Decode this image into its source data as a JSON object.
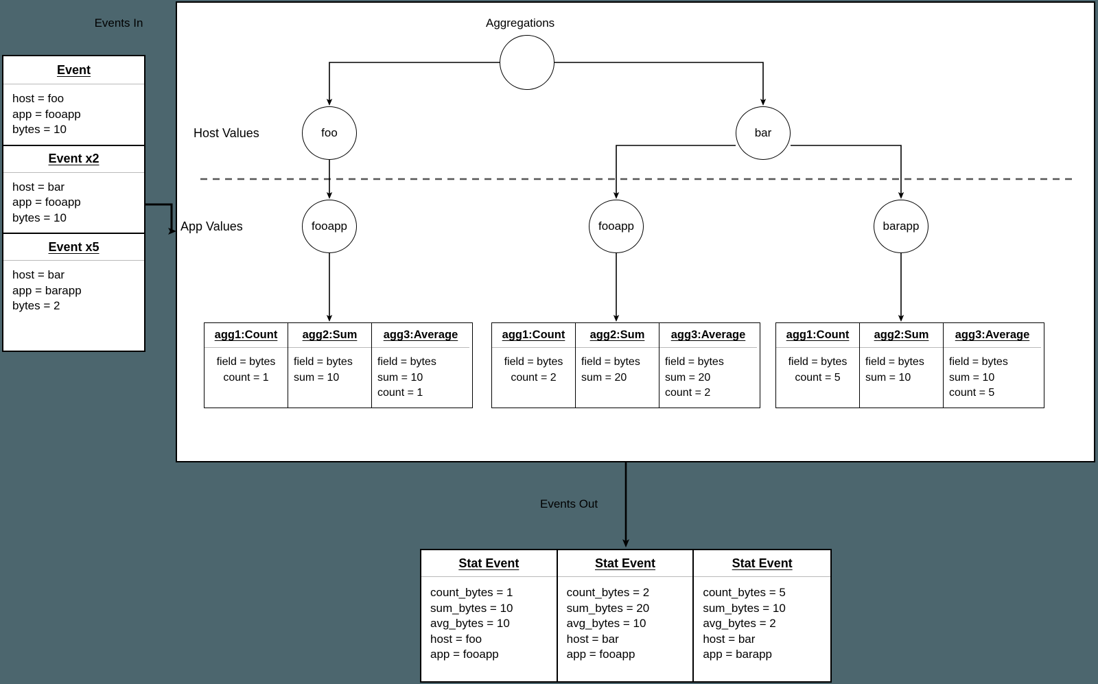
{
  "background_color": "#4c666e",
  "labels": {
    "events_in": "Events In",
    "events_out": "Events Out",
    "aggregations": "Aggregations",
    "host_values": "Host Values",
    "app_values": "App Values"
  },
  "events_in": {
    "cards": [
      {
        "title": "Event",
        "lines": [
          "host = foo",
          "app = fooapp",
          "bytes = 10"
        ]
      },
      {
        "title": "Event x2",
        "lines": [
          "host = bar",
          "app = fooapp",
          "bytes = 10"
        ]
      },
      {
        "title": "Event x5",
        "lines": [
          "host = bar",
          "app = barapp",
          "bytes = 2"
        ]
      }
    ]
  },
  "tree": {
    "root": {
      "label": ""
    },
    "host_nodes": [
      {
        "label": "foo"
      },
      {
        "label": "bar"
      }
    ],
    "app_nodes": [
      {
        "label": "fooapp"
      },
      {
        "label": "fooapp"
      },
      {
        "label": "barapp"
      }
    ]
  },
  "agg_tables": [
    {
      "columns": [
        {
          "header": "agg1:Count",
          "lines": [
            "field = bytes",
            "count = 1"
          ]
        },
        {
          "header": "agg2:Sum",
          "lines": [
            "field = bytes",
            "sum = 10"
          ]
        },
        {
          "header": "agg3:Average",
          "lines": [
            "field = bytes",
            "sum = 10",
            "count = 1"
          ]
        }
      ]
    },
    {
      "columns": [
        {
          "header": "agg1:Count",
          "lines": [
            "field = bytes",
            "count = 2"
          ]
        },
        {
          "header": "agg2:Sum",
          "lines": [
            "field = bytes",
            "sum = 20"
          ]
        },
        {
          "header": "agg3:Average",
          "lines": [
            "field = bytes",
            "sum = 20",
            "count = 2"
          ]
        }
      ]
    },
    {
      "columns": [
        {
          "header": "agg1:Count",
          "lines": [
            "field = bytes",
            "count = 5"
          ]
        },
        {
          "header": "agg2:Sum",
          "lines": [
            "field = bytes",
            "sum = 10"
          ]
        },
        {
          "header": "agg3:Average",
          "lines": [
            "field = bytes",
            "sum = 10",
            "count = 5"
          ]
        }
      ]
    }
  ],
  "stat_events": [
    {
      "title": "Stat Event",
      "lines": [
        "count_bytes = 1",
        "sum_bytes = 10",
        "avg_bytes = 10",
        "host = foo",
        "app = fooapp"
      ]
    },
    {
      "title": "Stat Event",
      "lines": [
        "count_bytes = 2",
        "sum_bytes = 20",
        "avg_bytes = 10",
        "host = bar",
        "app = fooapp"
      ]
    },
    {
      "title": "Stat Event",
      "lines": [
        "count_bytes = 5",
        "sum_bytes = 10",
        "avg_bytes = 2",
        "host = bar",
        "app = barapp"
      ]
    }
  ]
}
